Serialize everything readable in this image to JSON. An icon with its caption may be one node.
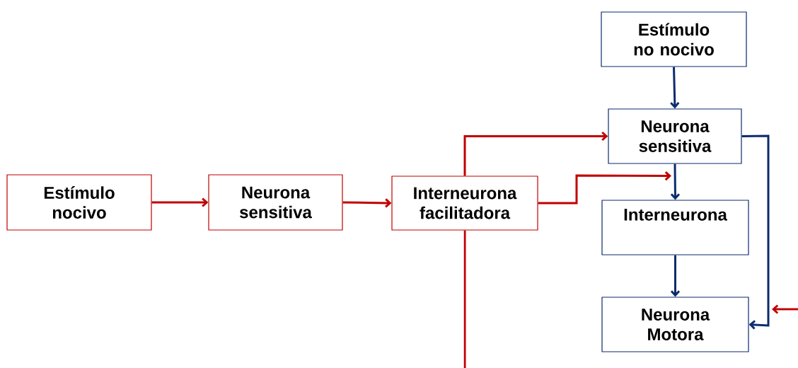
{
  "diagram": {
    "nodes": [
      {
        "text": [
          "Estímulo nocivo"
        ]
      },
      {
        "text": [
          "Neurona sensitiva"
        ]
      },
      {
        "text": [
          "Interneurona facilitadora"
        ]
      },
      {
        "text": [
          "Estímulo no nocivo"
        ]
      },
      {
        "text": [
          "Neurona sensitiva"
        ]
      },
      {
        "text": [
          "Interneurona"
        ]
      },
      {
        "text": [
          "Neurona Motora"
        ]
      }
    ],
    "edges": [
      {
        "from": 0,
        "to": 1,
        "arrow": "to"
      },
      {
        "from": 1,
        "to": 2,
        "arrow": "to"
      },
      {
        "from": 2,
        "to": 4,
        "arrow": "to"
      },
      {
        "from": 2,
        "to": 4,
        "arrow": "to"
      },
      {
        "from": 2,
        "to": null,
        "arrow": "none"
      },
      {
        "from": 3,
        "to": 4,
        "arrow": "to",
        "color": "#0d2b6e"
      },
      {
        "from": 4,
        "to": 5,
        "arrow": "to",
        "color": "#0d2b6e"
      },
      {
        "from": 5,
        "to": 6,
        "arrow": "to",
        "color": "#0d2b6e"
      },
      {
        "from": 4,
        "to": 6,
        "arrow": "to",
        "color": "#0d2b6e"
      }
    ]
  }
}
